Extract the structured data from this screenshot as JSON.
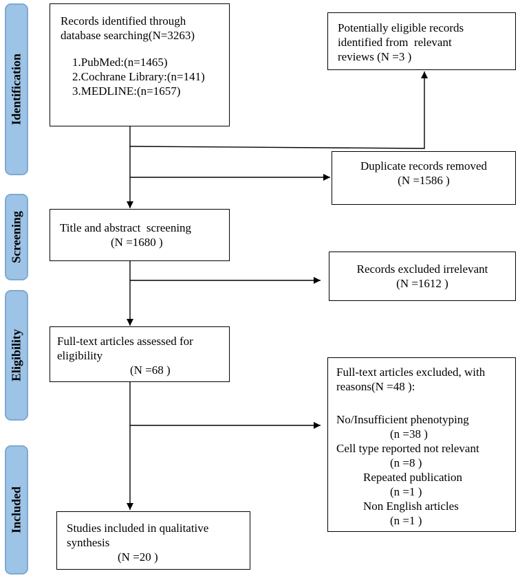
{
  "phases": {
    "identification": "Identification",
    "screening": "Screening",
    "eligibility": "Eligibility",
    "included": "Included"
  },
  "boxes": {
    "records_identified": {
      "title": [
        "Records identified through",
        "database searching(N=3263)"
      ],
      "sources": [
        "1.PubMed:(n=1465)",
        "2.Cochrane Library:(n=141)",
        "3.MEDLINE:(n=1657)"
      ]
    },
    "eligible_reviews": [
      "Potentially eligible records",
      "identified from  relevant",
      "reviews (N =3 )"
    ],
    "duplicates": [
      "Duplicate records removed",
      "(N =1586 )"
    ],
    "title_abstract": [
      "Title and abstract  screening",
      "(N =1680 )"
    ],
    "excluded_irrelevant": [
      "Records excluded irrelevant",
      "(N =1612 )"
    ],
    "full_text": [
      "Full-text articles assessed for",
      "eligibility",
      "(N =68 )"
    ],
    "full_text_excluded": {
      "title": [
        "Full-text articles excluded, with",
        "reasons(N =48 ):"
      ],
      "reasons": [
        "No/Insufficient phenotyping",
        "(n =38 )",
        "Cell type reported not relevant",
        "(n =8 )",
        "Repeated publication",
        "(n =1 )",
        "Non English articles",
        "(n =1 )"
      ]
    },
    "included": [
      "Studies included in qualitative",
      "synthesis",
      "(N =20 )"
    ]
  }
}
